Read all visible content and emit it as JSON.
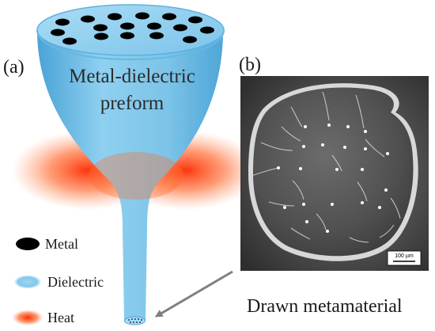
{
  "diagram": {
    "panel_a_label": "(a)",
    "panel_b_label": "(b)",
    "preform_label_line1": "Metal-dielectric",
    "preform_label_line2": "preform",
    "legend": [
      {
        "label": "Metal",
        "icon": "black-ellipse-icon",
        "color": "#000000"
      },
      {
        "label": "Dielectric",
        "icon": "blue-ellipse-icon",
        "color": "#7cc4e8"
      },
      {
        "label": "Heat",
        "icon": "red-glow-icon",
        "color": "#ff3300"
      }
    ],
    "caption": "Drawn metamaterial",
    "scale_bar_label": "100 µm",
    "colors": {
      "dielectric": "#6fbde6",
      "metal": "#000000",
      "heat": "#ff4a00",
      "arrow": "#808080"
    }
  }
}
